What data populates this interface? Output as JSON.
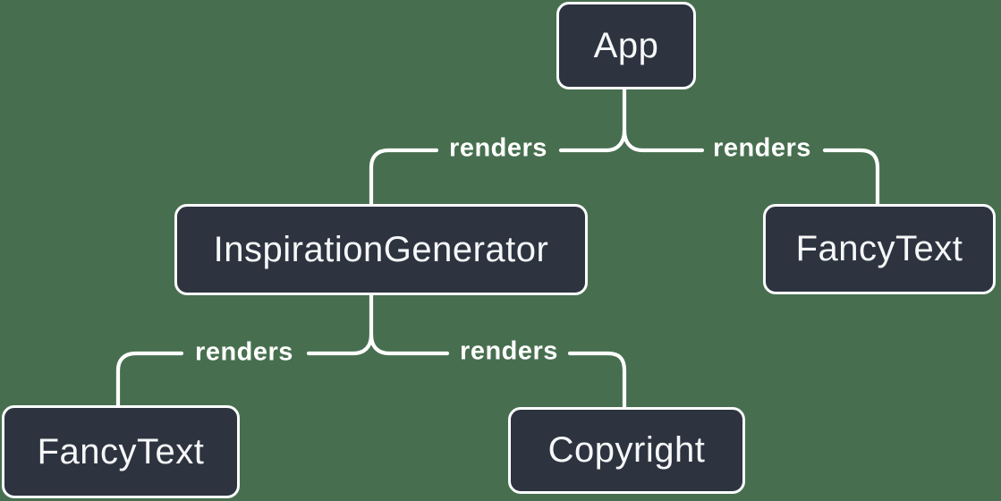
{
  "diagram": {
    "type": "component-render-tree",
    "colors": {
      "background": "#476F4F",
      "node_fill": "#2D3440",
      "node_border": "#FCFDFE",
      "node_text": "#F6F7F9",
      "edge_line": "#FFFFFF",
      "edge_label_text": "#FFFFFF"
    },
    "nodes": [
      {
        "id": "app",
        "label": "App"
      },
      {
        "id": "inspiration-generator",
        "label": "InspirationGenerator"
      },
      {
        "id": "fancy-text-right",
        "label": "FancyText"
      },
      {
        "id": "fancy-text-left",
        "label": "FancyText"
      },
      {
        "id": "copyright",
        "label": "Copyright"
      }
    ],
    "edges": [
      {
        "from": "App",
        "to": "InspirationGenerator",
        "label": "renders"
      },
      {
        "from": "App",
        "to": "FancyText",
        "label": "renders"
      },
      {
        "from": "InspirationGenerator",
        "to": "FancyText",
        "label": "renders"
      },
      {
        "from": "InspirationGenerator",
        "to": "Copyright",
        "label": "renders"
      }
    ]
  }
}
